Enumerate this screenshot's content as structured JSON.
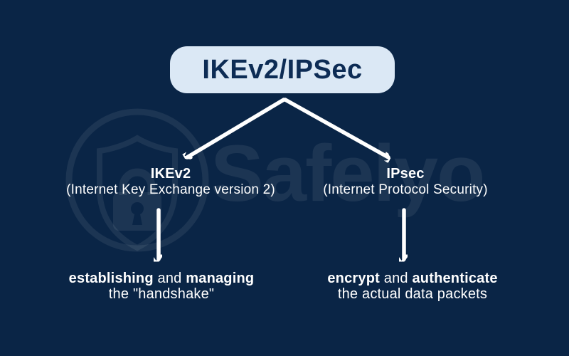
{
  "colors": {
    "background": "#0A2546",
    "bubble": "#DBE8F5",
    "bubble_text": "#0D2C55",
    "text": "#FFFFFF",
    "arrow": "#FFFFFF",
    "watermark": "rgba(255,255,255,0.075)"
  },
  "title": {
    "label": "IKEv2/IPSec"
  },
  "branches": [
    {
      "name": "IKEv2",
      "subtitle": "(Internet Key Exchange version 2)",
      "role": {
        "bold_start": "establishing",
        "middle": " and ",
        "bold_end": "managing",
        "line2": "the \"handshake\""
      }
    },
    {
      "name": "IPsec",
      "subtitle": "(Internet Protocol Security)",
      "role": {
        "bold_start": "encrypt",
        "middle": " and ",
        "bold_end": "authenticate",
        "line2": "the actual data packets"
      }
    }
  ],
  "watermark": {
    "brand": "Safelyo",
    "icon": "shield-lock-icon"
  }
}
